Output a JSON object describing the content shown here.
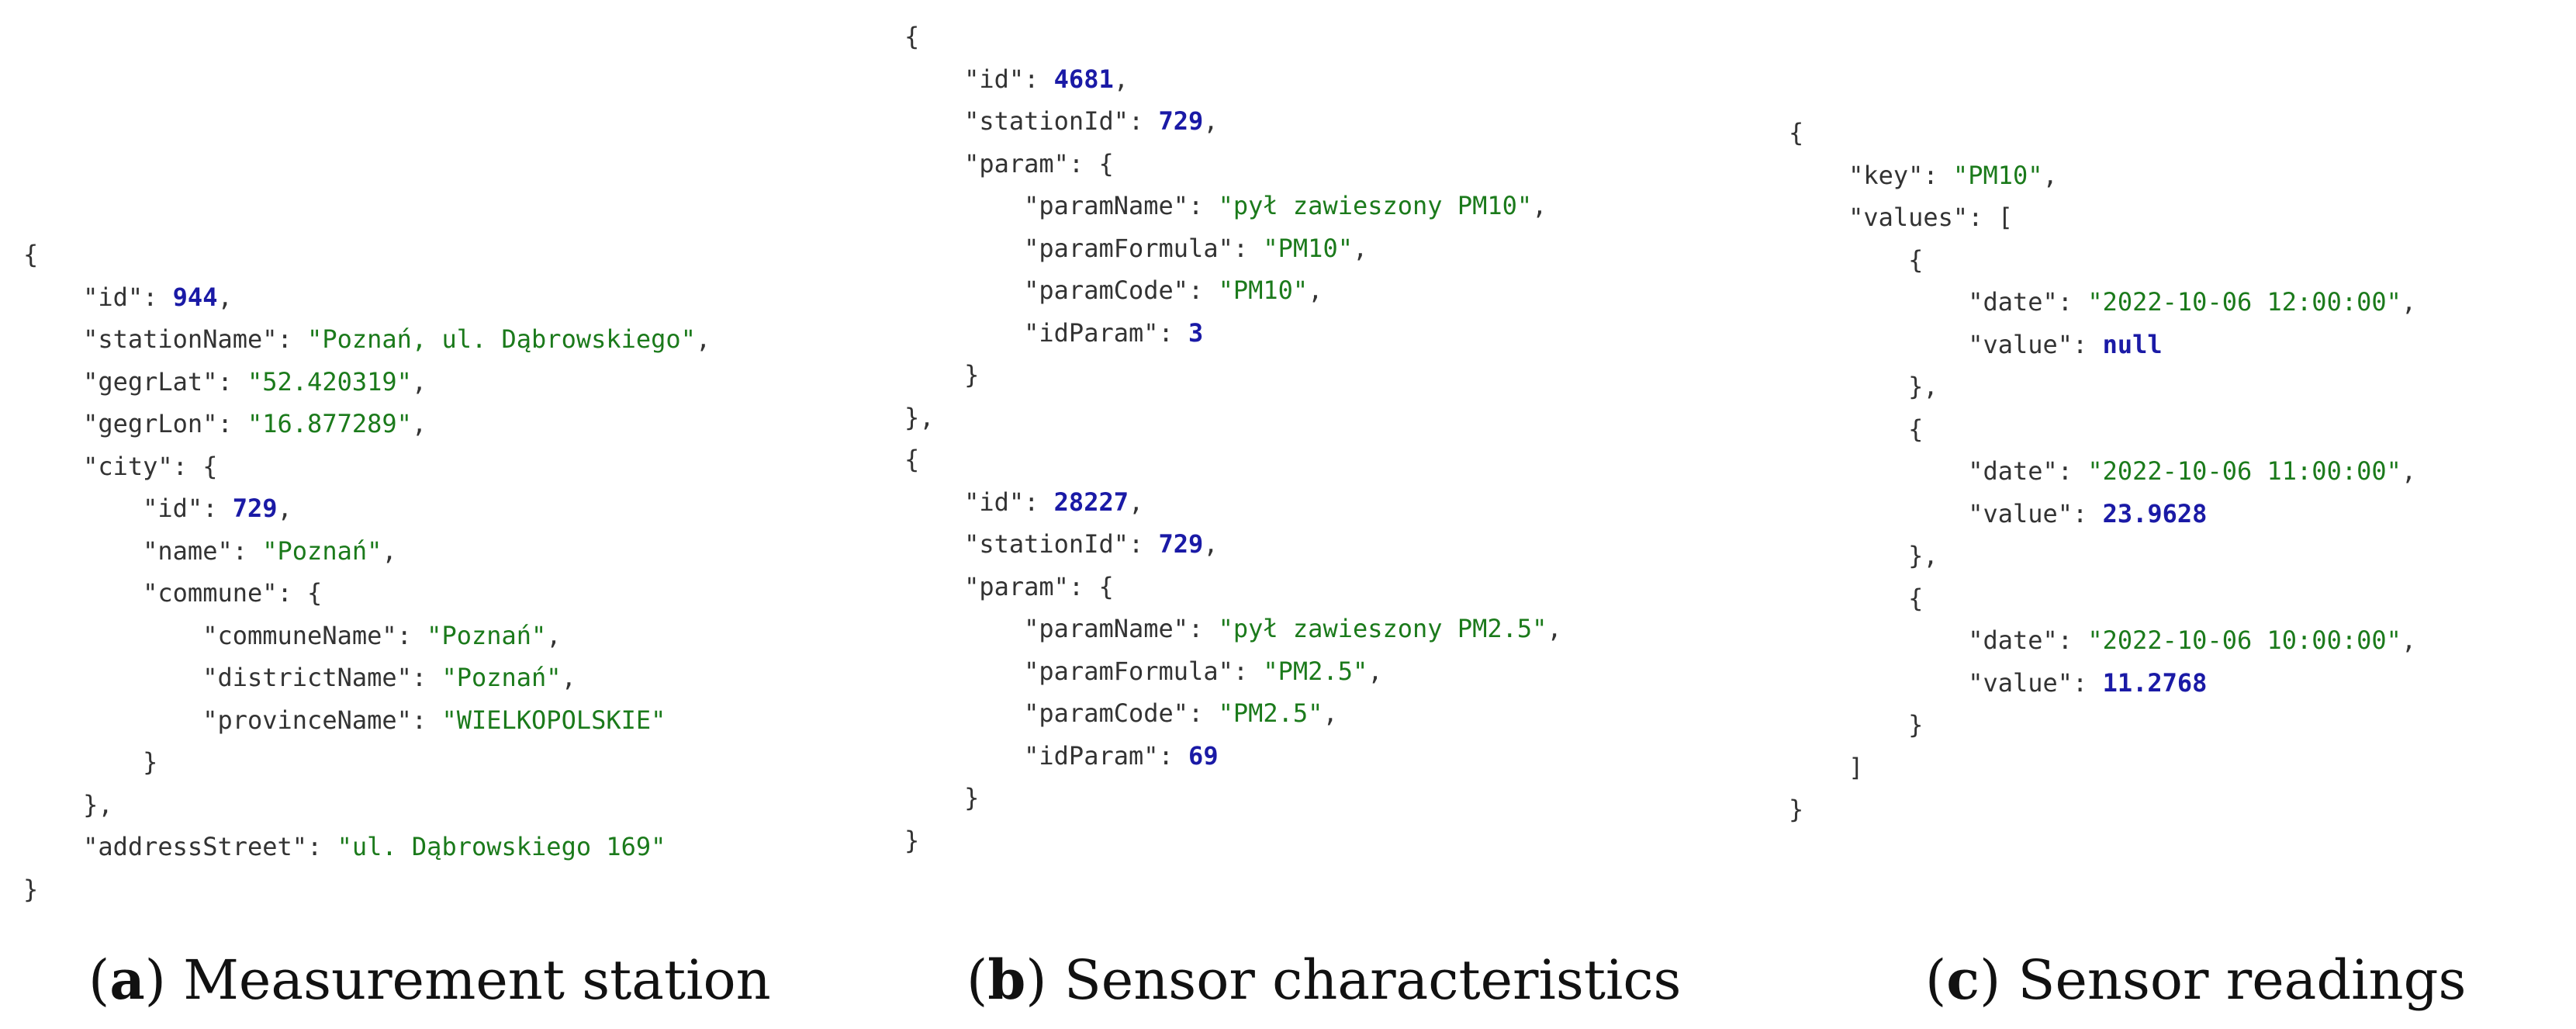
{
  "panels": {
    "a": {
      "caption_open": "(",
      "caption_letter": "a",
      "caption_close": ")",
      "caption_text": " Measurement station",
      "lines": [
        {
          "indent": 0,
          "tokens": [
            {
              "t": "punct",
              "v": "{"
            }
          ]
        },
        {
          "indent": 1,
          "tokens": [
            {
              "t": "key",
              "v": "\"id\""
            },
            {
              "t": "punct",
              "v": ": "
            },
            {
              "t": "num",
              "v": "944"
            },
            {
              "t": "punct",
              "v": ","
            }
          ]
        },
        {
          "indent": 1,
          "tokens": [
            {
              "t": "key",
              "v": "\"stationName\""
            },
            {
              "t": "punct",
              "v": ": "
            },
            {
              "t": "str",
              "v": "\"Poznań, ul. Dąbrowskiego\""
            },
            {
              "t": "punct",
              "v": ","
            }
          ]
        },
        {
          "indent": 1,
          "tokens": [
            {
              "t": "key",
              "v": "\"gegrLat\""
            },
            {
              "t": "punct",
              "v": ": "
            },
            {
              "t": "str",
              "v": "\"52.420319\""
            },
            {
              "t": "punct",
              "v": ","
            }
          ]
        },
        {
          "indent": 1,
          "tokens": [
            {
              "t": "key",
              "v": "\"gegrLon\""
            },
            {
              "t": "punct",
              "v": ": "
            },
            {
              "t": "str",
              "v": "\"16.877289\""
            },
            {
              "t": "punct",
              "v": ","
            }
          ]
        },
        {
          "indent": 1,
          "tokens": [
            {
              "t": "key",
              "v": "\"city\""
            },
            {
              "t": "punct",
              "v": ": {"
            }
          ]
        },
        {
          "indent": 2,
          "tokens": [
            {
              "t": "key",
              "v": "\"id\""
            },
            {
              "t": "punct",
              "v": ": "
            },
            {
              "t": "num",
              "v": "729"
            },
            {
              "t": "punct",
              "v": ","
            }
          ]
        },
        {
          "indent": 2,
          "tokens": [
            {
              "t": "key",
              "v": "\"name\""
            },
            {
              "t": "punct",
              "v": ": "
            },
            {
              "t": "str",
              "v": "\"Poznań\""
            },
            {
              "t": "punct",
              "v": ","
            }
          ]
        },
        {
          "indent": 2,
          "tokens": [
            {
              "t": "key",
              "v": "\"commune\""
            },
            {
              "t": "punct",
              "v": ": {"
            }
          ]
        },
        {
          "indent": 3,
          "tokens": [
            {
              "t": "key",
              "v": "\"communeName\""
            },
            {
              "t": "punct",
              "v": ": "
            },
            {
              "t": "str",
              "v": "\"Poznań\""
            },
            {
              "t": "punct",
              "v": ","
            }
          ]
        },
        {
          "indent": 3,
          "tokens": [
            {
              "t": "key",
              "v": "\"districtName\""
            },
            {
              "t": "punct",
              "v": ": "
            },
            {
              "t": "str",
              "v": "\"Poznań\""
            },
            {
              "t": "punct",
              "v": ","
            }
          ]
        },
        {
          "indent": 3,
          "tokens": [
            {
              "t": "key",
              "v": "\"provinceName\""
            },
            {
              "t": "punct",
              "v": ": "
            },
            {
              "t": "str",
              "v": "\"WIELKOPOLSKIE\""
            }
          ]
        },
        {
          "indent": 2,
          "tokens": [
            {
              "t": "punct",
              "v": "}"
            }
          ]
        },
        {
          "indent": 1,
          "tokens": [
            {
              "t": "punct",
              "v": "},"
            }
          ]
        },
        {
          "indent": 1,
          "tokens": [
            {
              "t": "key",
              "v": "\"addressStreet\""
            },
            {
              "t": "punct",
              "v": ": "
            },
            {
              "t": "str",
              "v": "\"ul. Dąbrowskiego 169\""
            }
          ]
        },
        {
          "indent": 0,
          "tokens": [
            {
              "t": "punct",
              "v": "}"
            }
          ]
        }
      ]
    },
    "b": {
      "caption_open": "(",
      "caption_letter": "b",
      "caption_close": ")",
      "caption_text": " Sensor characteristics",
      "lines": [
        {
          "indent": 0,
          "tokens": [
            {
              "t": "punct",
              "v": "{"
            }
          ]
        },
        {
          "indent": 1,
          "tokens": [
            {
              "t": "key",
              "v": "\"id\""
            },
            {
              "t": "punct",
              "v": ": "
            },
            {
              "t": "num",
              "v": "4681"
            },
            {
              "t": "punct",
              "v": ","
            }
          ]
        },
        {
          "indent": 1,
          "tokens": [
            {
              "t": "key",
              "v": "\"stationId\""
            },
            {
              "t": "punct",
              "v": ": "
            },
            {
              "t": "num",
              "v": "729"
            },
            {
              "t": "punct",
              "v": ","
            }
          ]
        },
        {
          "indent": 1,
          "tokens": [
            {
              "t": "key",
              "v": "\"param\""
            },
            {
              "t": "punct",
              "v": ": {"
            }
          ]
        },
        {
          "indent": 2,
          "tokens": [
            {
              "t": "key",
              "v": "\"paramName\""
            },
            {
              "t": "punct",
              "v": ": "
            },
            {
              "t": "str",
              "v": "\"pył zawieszony PM10\""
            },
            {
              "t": "punct",
              "v": ","
            }
          ]
        },
        {
          "indent": 2,
          "tokens": [
            {
              "t": "key",
              "v": "\"paramFormula\""
            },
            {
              "t": "punct",
              "v": ": "
            },
            {
              "t": "str",
              "v": "\"PM10\""
            },
            {
              "t": "punct",
              "v": ","
            }
          ]
        },
        {
          "indent": 2,
          "tokens": [
            {
              "t": "key",
              "v": "\"paramCode\""
            },
            {
              "t": "punct",
              "v": ": "
            },
            {
              "t": "str",
              "v": "\"PM10\""
            },
            {
              "t": "punct",
              "v": ","
            }
          ]
        },
        {
          "indent": 2,
          "tokens": [
            {
              "t": "key",
              "v": "\"idParam\""
            },
            {
              "t": "punct",
              "v": ": "
            },
            {
              "t": "num",
              "v": "3"
            }
          ]
        },
        {
          "indent": 1,
          "tokens": [
            {
              "t": "punct",
              "v": "}"
            }
          ]
        },
        {
          "indent": 0,
          "tokens": [
            {
              "t": "punct",
              "v": "},"
            }
          ]
        },
        {
          "indent": 0,
          "tokens": [
            {
              "t": "punct",
              "v": "{"
            }
          ]
        },
        {
          "indent": 1,
          "tokens": [
            {
              "t": "key",
              "v": "\"id\""
            },
            {
              "t": "punct",
              "v": ": "
            },
            {
              "t": "num",
              "v": "28227"
            },
            {
              "t": "punct",
              "v": ","
            }
          ]
        },
        {
          "indent": 1,
          "tokens": [
            {
              "t": "key",
              "v": "\"stationId\""
            },
            {
              "t": "punct",
              "v": ": "
            },
            {
              "t": "num",
              "v": "729"
            },
            {
              "t": "punct",
              "v": ","
            }
          ]
        },
        {
          "indent": 1,
          "tokens": [
            {
              "t": "key",
              "v": "\"param\""
            },
            {
              "t": "punct",
              "v": ": {"
            }
          ]
        },
        {
          "indent": 2,
          "tokens": [
            {
              "t": "key",
              "v": "\"paramName\""
            },
            {
              "t": "punct",
              "v": ": "
            },
            {
              "t": "str",
              "v": "\"pył zawieszony PM2.5\""
            },
            {
              "t": "punct",
              "v": ","
            }
          ]
        },
        {
          "indent": 2,
          "tokens": [
            {
              "t": "key",
              "v": "\"paramFormula\""
            },
            {
              "t": "punct",
              "v": ": "
            },
            {
              "t": "str",
              "v": "\"PM2.5\""
            },
            {
              "t": "punct",
              "v": ","
            }
          ]
        },
        {
          "indent": 2,
          "tokens": [
            {
              "t": "key",
              "v": "\"paramCode\""
            },
            {
              "t": "punct",
              "v": ": "
            },
            {
              "t": "str",
              "v": "\"PM2.5\""
            },
            {
              "t": "punct",
              "v": ","
            }
          ]
        },
        {
          "indent": 2,
          "tokens": [
            {
              "t": "key",
              "v": "\"idParam\""
            },
            {
              "t": "punct",
              "v": ": "
            },
            {
              "t": "num",
              "v": "69"
            }
          ]
        },
        {
          "indent": 1,
          "tokens": [
            {
              "t": "punct",
              "v": "}"
            }
          ]
        },
        {
          "indent": 0,
          "tokens": [
            {
              "t": "punct",
              "v": "}"
            }
          ]
        }
      ]
    },
    "c": {
      "caption_open": "(",
      "caption_letter": "c",
      "caption_close": ")",
      "caption_text": " Sensor readings",
      "lines": [
        {
          "indent": 0,
          "tokens": [
            {
              "t": "punct",
              "v": "{"
            }
          ]
        },
        {
          "indent": 1,
          "tokens": [
            {
              "t": "key",
              "v": "\"key\""
            },
            {
              "t": "punct",
              "v": ": "
            },
            {
              "t": "str",
              "v": "\"PM10\""
            },
            {
              "t": "punct",
              "v": ","
            }
          ]
        },
        {
          "indent": 1,
          "tokens": [
            {
              "t": "key",
              "v": "\"values\""
            },
            {
              "t": "punct",
              "v": ": ["
            }
          ]
        },
        {
          "indent": 2,
          "tokens": [
            {
              "t": "punct",
              "v": "{"
            }
          ]
        },
        {
          "indent": 3,
          "tokens": [
            {
              "t": "key",
              "v": "\"date\""
            },
            {
              "t": "punct",
              "v": ": "
            },
            {
              "t": "str",
              "v": "\"2022-10-06 12:00:00\""
            },
            {
              "t": "punct",
              "v": ","
            }
          ]
        },
        {
          "indent": 3,
          "tokens": [
            {
              "t": "key",
              "v": "\"value\""
            },
            {
              "t": "punct",
              "v": ": "
            },
            {
              "t": "num",
              "v": "null"
            }
          ]
        },
        {
          "indent": 2,
          "tokens": [
            {
              "t": "punct",
              "v": "},"
            }
          ]
        },
        {
          "indent": 2,
          "tokens": [
            {
              "t": "punct",
              "v": "{"
            }
          ]
        },
        {
          "indent": 3,
          "tokens": [
            {
              "t": "key",
              "v": "\"date\""
            },
            {
              "t": "punct",
              "v": ": "
            },
            {
              "t": "str",
              "v": "\"2022-10-06 11:00:00\""
            },
            {
              "t": "punct",
              "v": ","
            }
          ]
        },
        {
          "indent": 3,
          "tokens": [
            {
              "t": "key",
              "v": "\"value\""
            },
            {
              "t": "punct",
              "v": ": "
            },
            {
              "t": "num",
              "v": "23.9628"
            }
          ]
        },
        {
          "indent": 2,
          "tokens": [
            {
              "t": "punct",
              "v": "},"
            }
          ]
        },
        {
          "indent": 2,
          "tokens": [
            {
              "t": "punct",
              "v": "{"
            }
          ]
        },
        {
          "indent": 3,
          "tokens": [
            {
              "t": "key",
              "v": "\"date\""
            },
            {
              "t": "punct",
              "v": ": "
            },
            {
              "t": "str",
              "v": "\"2022-10-06 10:00:00\""
            },
            {
              "t": "punct",
              "v": ","
            }
          ]
        },
        {
          "indent": 3,
          "tokens": [
            {
              "t": "key",
              "v": "\"value\""
            },
            {
              "t": "punct",
              "v": ": "
            },
            {
              "t": "num",
              "v": "11.2768"
            }
          ]
        },
        {
          "indent": 2,
          "tokens": [
            {
              "t": "punct",
              "v": "}"
            }
          ]
        },
        {
          "indent": 1,
          "tokens": [
            {
              "t": "punct",
              "v": "]"
            }
          ]
        },
        {
          "indent": 0,
          "tokens": [
            {
              "t": "punct",
              "v": "}"
            }
          ]
        }
      ]
    }
  },
  "colors": {
    "string": "#1b7a1b",
    "number": "#1a1aa6",
    "text": "#333333"
  }
}
